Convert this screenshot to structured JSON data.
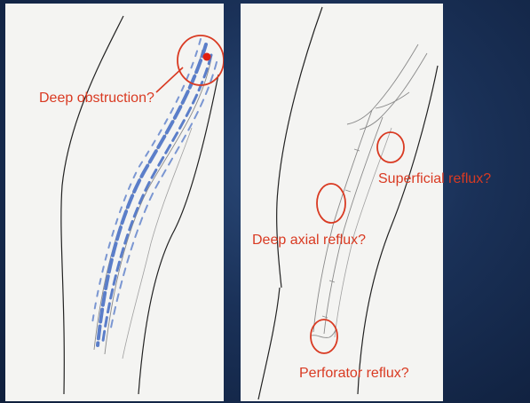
{
  "slide": {
    "background_color": "#1a3158",
    "panel_color": "#f4f4f2",
    "annotation_color": "#d93a22",
    "vein_color": "#5b7ec9"
  },
  "left_diagram": {
    "label": "Deep obstruction?"
  },
  "right_diagram": {
    "labels": {
      "superficial": "Superficial reflux?",
      "deep_axial": "Deep axial reflux?",
      "perforator": "Perforator reflux?"
    }
  }
}
